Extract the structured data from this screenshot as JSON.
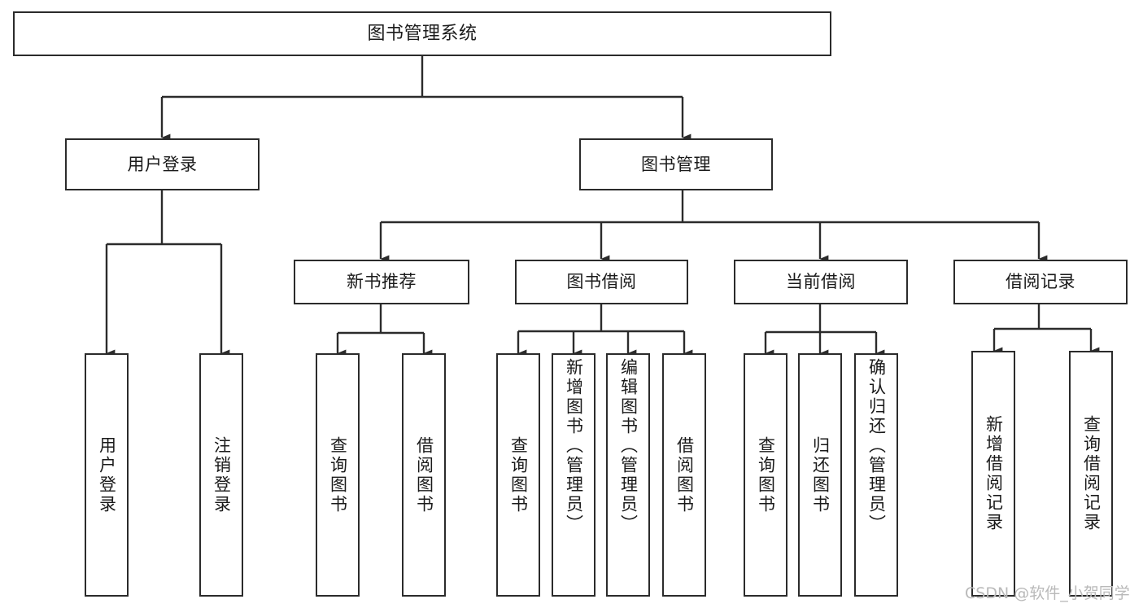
{
  "diagram": {
    "title": "图书管理系统",
    "type": "tree-hierarchy",
    "watermark": "CSDN @软件_小贺同学",
    "colors": {
      "background": "#ffffff",
      "box_border": "#2b2b2b",
      "box_fill": "#ffffff",
      "text": "#1a1a1a",
      "connector": "#2b2b2b",
      "watermark": "#b9b9b9"
    },
    "root": {
      "label": "图书管理系统"
    },
    "level2": [
      {
        "label": "用户登录"
      },
      {
        "label": "图书管理"
      }
    ],
    "level3": [
      {
        "label": "新书推荐"
      },
      {
        "label": "图书借阅"
      },
      {
        "label": "当前借阅"
      },
      {
        "label": "借阅记录"
      }
    ],
    "leaves": {
      "user_login": [
        {
          "label": "用户登录"
        },
        {
          "label": "注销登录"
        }
      ],
      "new_book_recommend": [
        {
          "label": "查询图书"
        },
        {
          "label": "借阅图书"
        }
      ],
      "book_borrow": [
        {
          "label": "查询图书"
        },
        {
          "label": "新增图书（管理员）"
        },
        {
          "label": "编辑图书（管理员）"
        },
        {
          "label": "借阅图书"
        }
      ],
      "current_borrow": [
        {
          "label": "查询图书"
        },
        {
          "label": "归还图书"
        },
        {
          "label": "确认归还（管理员）"
        }
      ],
      "borrow_record": [
        {
          "label": "新增借阅记录"
        },
        {
          "label": "查询借阅记录"
        }
      ]
    }
  }
}
